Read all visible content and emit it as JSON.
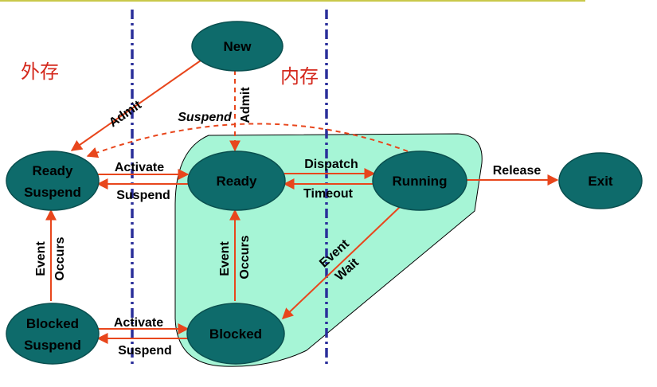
{
  "colors": {
    "node_fill": "#0e6b6b",
    "node_stroke": "#0a4f4f",
    "region_fill": "#a6f5d6",
    "arrow": "#e8461c",
    "boundary": "#2a2f9a",
    "region_label": "#d4281c",
    "top_rule": "#c9c84a"
  },
  "regions": {
    "external": "外存",
    "memory": "内存"
  },
  "nodes": {
    "new": "New",
    "ready": "Ready",
    "running": "Running",
    "exit": "Exit",
    "blocked": "Blocked",
    "ready_suspend": [
      "Ready",
      "Suspend"
    ],
    "blocked_suspend": [
      "Blocked",
      "Suspend"
    ]
  },
  "edges": {
    "admit_left": "Admit",
    "admit_down": "Admit",
    "suspend_running": "Suspend",
    "dispatch": "Dispatch",
    "timeout": "Timeout",
    "release": "Release",
    "activate_top": "Activate",
    "suspend_top": "Suspend",
    "activate_bottom": "Activate",
    "suspend_bottom": "Suspend",
    "event_occurs_left": [
      "Event",
      "Occurs"
    ],
    "event_occurs_mid": [
      "Event",
      "Occurs"
    ],
    "event_wait": [
      "Event",
      "Wait"
    ]
  }
}
